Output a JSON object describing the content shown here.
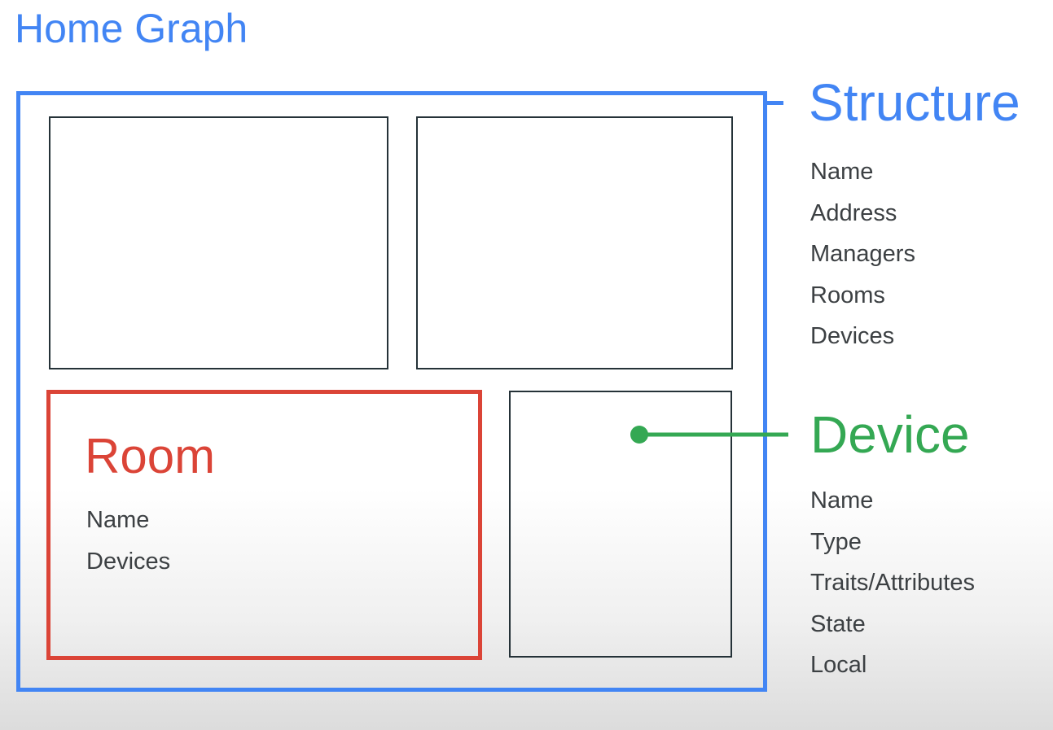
{
  "title": "Home Graph",
  "structure": {
    "heading": "Structure",
    "attributes": [
      "Name",
      "Address",
      "Managers",
      "Rooms",
      "Devices"
    ],
    "color": "#4285f4"
  },
  "room": {
    "heading": "Room",
    "attributes": [
      "Name",
      "Devices"
    ],
    "color": "#db4437"
  },
  "device": {
    "heading": "Device",
    "attributes": [
      "Name",
      "Type",
      "Traits/Attributes",
      "State",
      "Local"
    ],
    "color": "#34a853"
  }
}
